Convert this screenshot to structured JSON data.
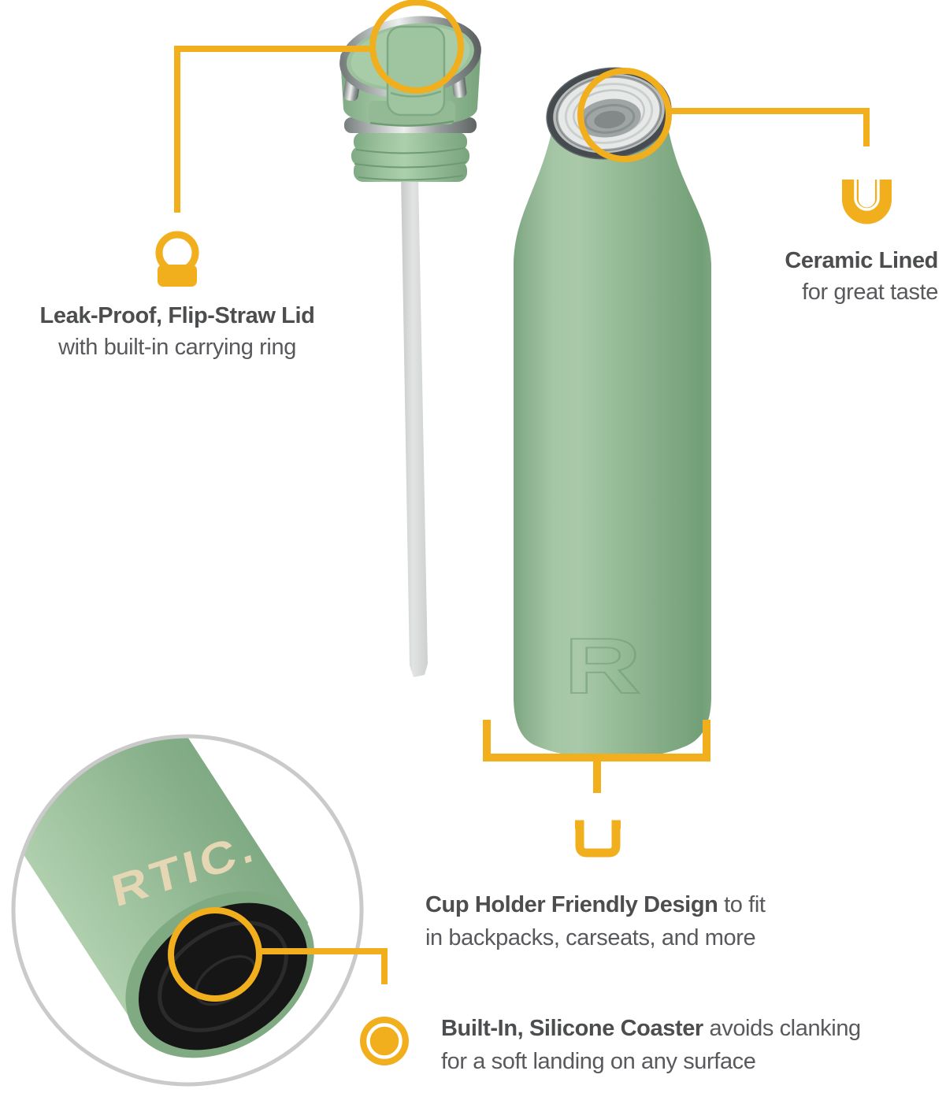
{
  "colors": {
    "gold": "#F1AE1D",
    "bottle_green": "#8FB491",
    "title_text": "#4C4D4F",
    "body_text": "#58595C",
    "coaster_black": "#161616",
    "logo_cream": "#E5D6B4"
  },
  "labels": {
    "lid": {
      "title": "Leak-Proof, Flip-Straw Lid",
      "subtitle": "with built-in carrying ring"
    },
    "ceramic": {
      "title": "Ceramic Lined",
      "subtitle": "for great taste"
    },
    "cup_holder": {
      "bold": "Cup Holder Friendly Design",
      "rest": " to fit",
      "line2": "in backpacks, carseats, and more"
    },
    "coaster": {
      "bold": "Built-In, Silicone Coaster",
      "rest": " avoids clanking",
      "line2": "for a soft landing on any surface"
    }
  },
  "inset": {
    "logo": "RTIC"
  },
  "bottle": {
    "embossed_logo": "R"
  }
}
